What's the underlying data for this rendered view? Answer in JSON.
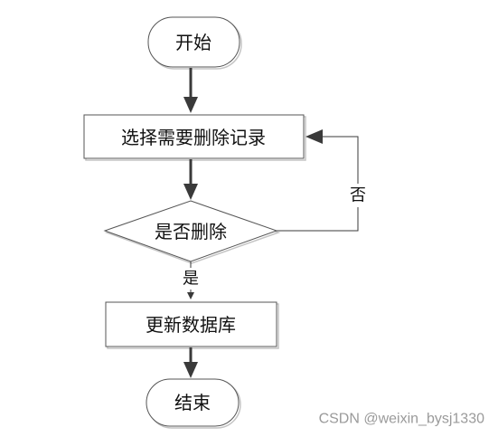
{
  "nodes": {
    "start": "开始",
    "select_record": "选择需要删除记录",
    "decision": "是否删除",
    "update_db": "更新数据库",
    "end": "结束"
  },
  "edges": {
    "no_label": "否",
    "yes_label": "是"
  },
  "watermark": "CSDN @weixin_bysj1330"
}
